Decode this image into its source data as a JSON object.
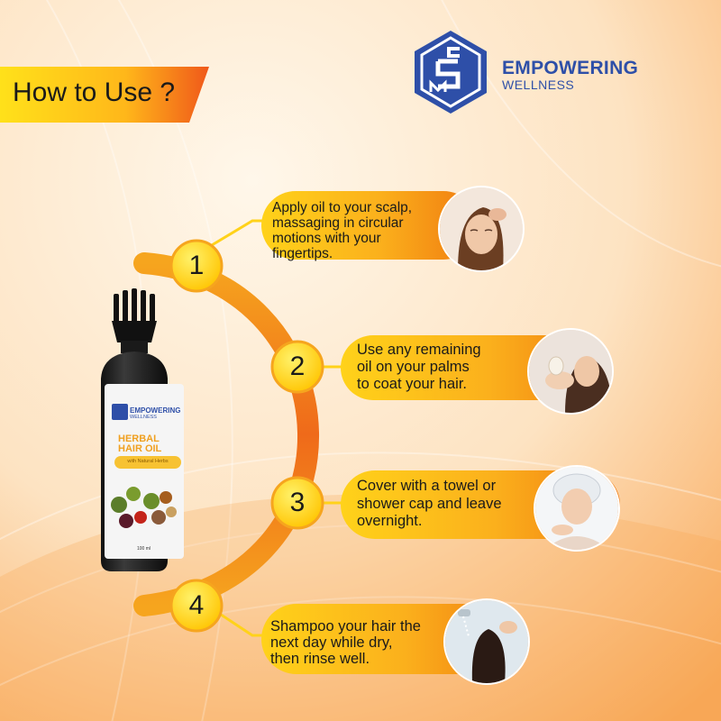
{
  "header": {
    "title": "How to Use ?"
  },
  "brand": {
    "name": "EMPOWERING",
    "sub": "WELLNESS",
    "logo_letters": "CSM",
    "logo_color": "#2e4fa8"
  },
  "product": {
    "brand_name": "EMPOWERING",
    "brand_sub": "WELLNESS",
    "name_line1": "HERBAL",
    "name_line2": "HAIR OIL",
    "tagline": "with Natural Herbs",
    "volume": "100 ml"
  },
  "steps": [
    {
      "number": "1",
      "lines": [
        "Apply oil to your scalp,",
        "massaging in circular",
        "motions with your",
        "fingertips."
      ]
    },
    {
      "number": "2",
      "lines": [
        "Use any remaining",
        "oil on your palms",
        "to coat your hair."
      ]
    },
    {
      "number": "3",
      "lines": [
        "Cover with a towel or",
        "shower cap and leave",
        "overnight."
      ]
    },
    {
      "number": "4",
      "lines": [
        "Shampoo your hair the",
        "next day while dry,",
        "then rinse well."
      ]
    }
  ],
  "colors": {
    "accent_yellow": "#ffd21a",
    "accent_orange": "#f07a10",
    "text": "#1a1a1a"
  }
}
